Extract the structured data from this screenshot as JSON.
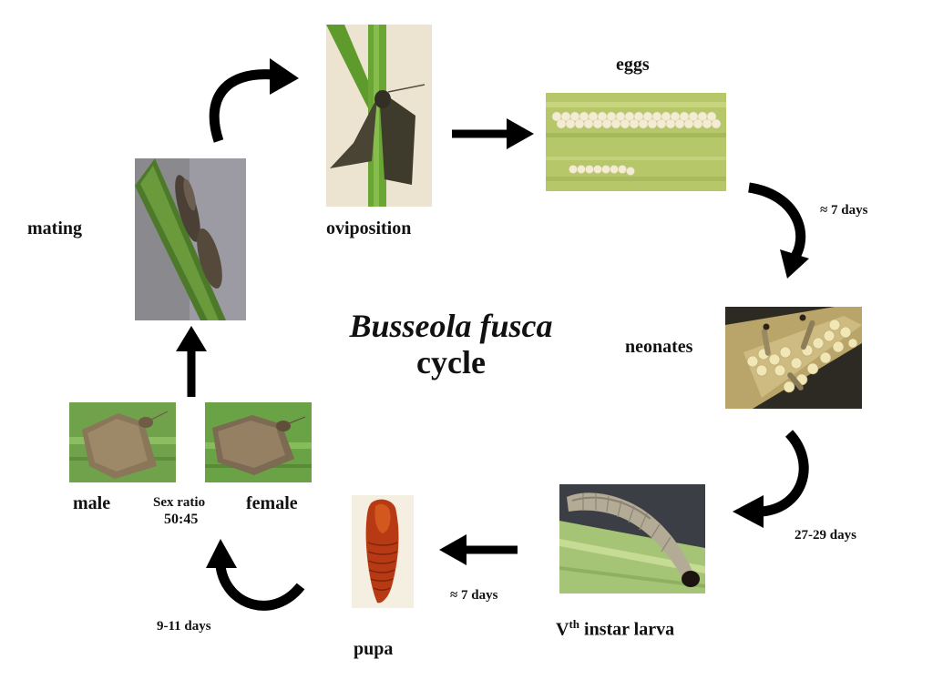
{
  "title": {
    "species": "Busseola fusca",
    "word": "cycle"
  },
  "stages": {
    "mating": "mating",
    "oviposition": "oviposition",
    "eggs": "eggs",
    "neonates": "neonates",
    "larva_prefix": "V",
    "larva_sup": "th",
    "larva_suffix": " instar larva",
    "pupa": "pupa",
    "male": "male",
    "female": "female"
  },
  "sex_ratio": {
    "label": "Sex ratio",
    "value": "50:45"
  },
  "durations": {
    "eggs_to_neonates": "≈ 7 days",
    "neonates_to_larva": "27-29 days",
    "larva_to_pupa": "≈ 7 days",
    "pupa_to_adult": "9-11 days"
  }
}
